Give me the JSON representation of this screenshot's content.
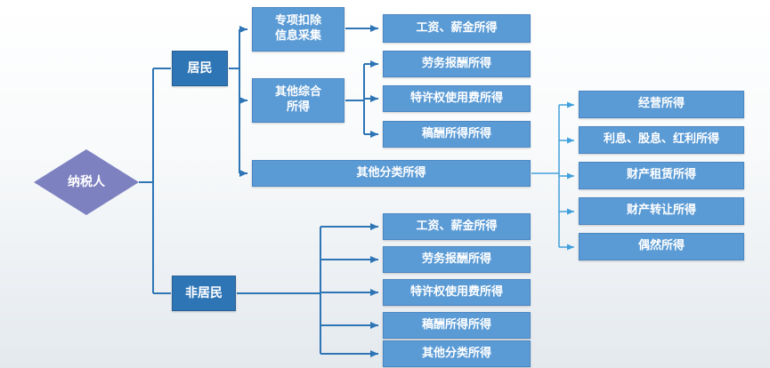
{
  "colors": {
    "box_fill": "#5b9bd5",
    "box_fill_dark": "#2e75b6",
    "diamond_fill": "#7d81c0",
    "connector": "#2e75b6",
    "connector_light": "#41a0dc",
    "text": "#ffffff"
  },
  "diagram": {
    "root": {
      "label": "纳税人"
    },
    "resident": {
      "label": "居民",
      "branches": {
        "special_deduction": {
          "label": "专项扣除\n信息采集",
          "child": "工资、薪金所得"
        },
        "other_comprehensive": {
          "label": "其他综合\n所得",
          "children": [
            "劳务报酬所得",
            "特许权使用费所得",
            "稿酬所得所得"
          ]
        },
        "other_classified": {
          "label": "其他分类所得",
          "children": [
            "经营所得",
            "利息、股息、红利所得",
            "财产租赁所得",
            "财产转让所得",
            "偶然所得"
          ]
        }
      }
    },
    "nonresident": {
      "label": "非居民",
      "children": [
        "工资、薪金所得",
        "劳务报酬所得",
        "特许权使用费所得",
        "稿酬所得所得",
        "其他分类所得"
      ]
    }
  }
}
